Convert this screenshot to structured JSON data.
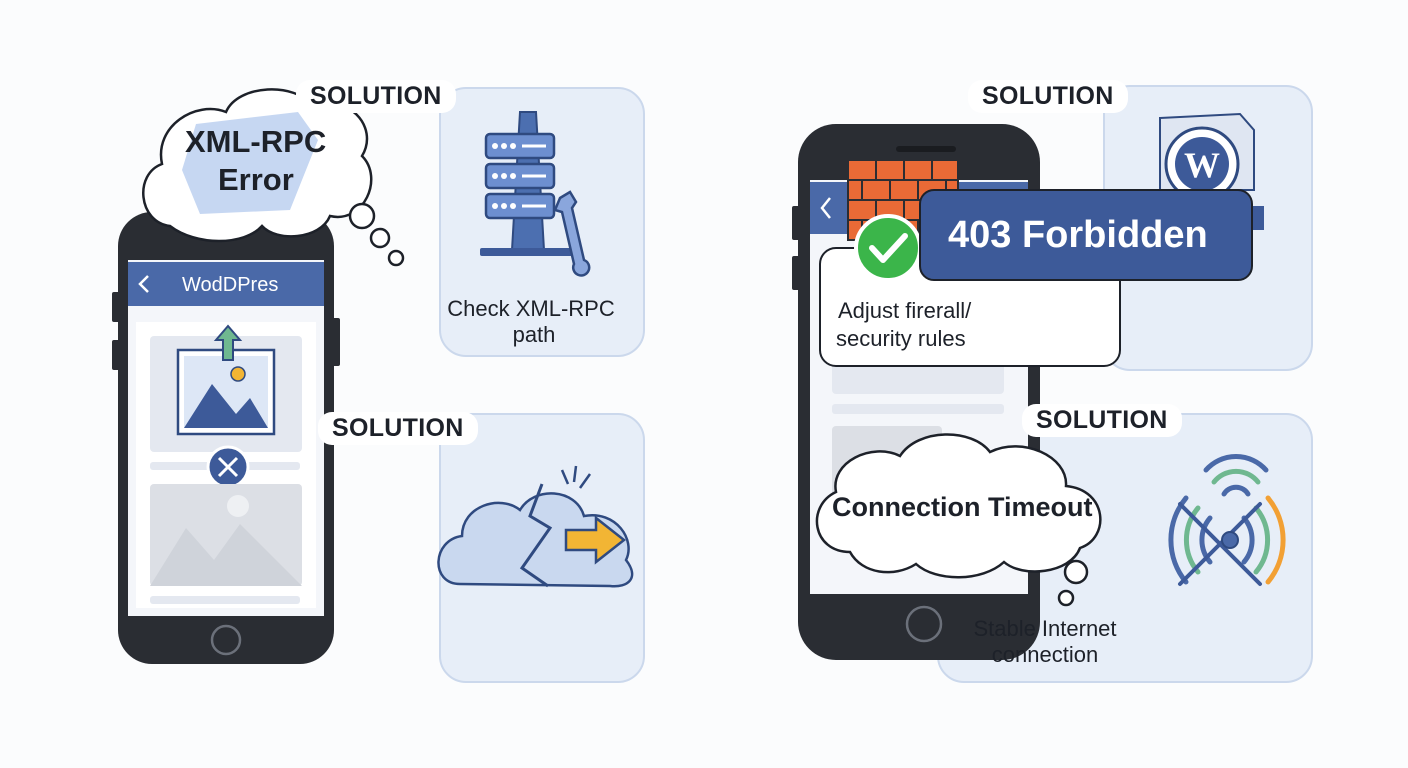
{
  "left_panel": {
    "error_cloud": {
      "line1": "XML-RPC",
      "line2": "Error"
    },
    "phone": {
      "app_title": "WodDPres"
    },
    "solution_1": {
      "badge": "SOLUTION",
      "caption_line1": "Check XML-RPC",
      "caption_line2": "path",
      "icon": "server-wrench-icon"
    },
    "solution_2": {
      "badge": "SOLUTION",
      "icon": "cloud-lightning-arrow-icon"
    }
  },
  "right_panel": {
    "forbidden": {
      "text": "403 Forbidden"
    },
    "fix_card": {
      "line1": "Adjust firerall/",
      "line2": "security rules",
      "icon": "check-circle-icon"
    },
    "solution_3": {
      "badge": "SOLUTION",
      "icon": "wordpress-logo-icon"
    },
    "timeout_cloud": {
      "text": "Connection Timeout"
    },
    "solution_4": {
      "badge": "SOLUTION",
      "caption_line1": "Stable Internet",
      "caption_line2": "connection",
      "icon": "wifi-signal-icon"
    }
  },
  "colors": {
    "navy": "#3d5a99",
    "panel_fill": "#e7eef8",
    "panel_border": "#cbd8ec",
    "accent_yellow": "#f2b534",
    "brick": "#e96a36",
    "check_green": "#3bb54a",
    "phone_body": "#2a2d33"
  }
}
